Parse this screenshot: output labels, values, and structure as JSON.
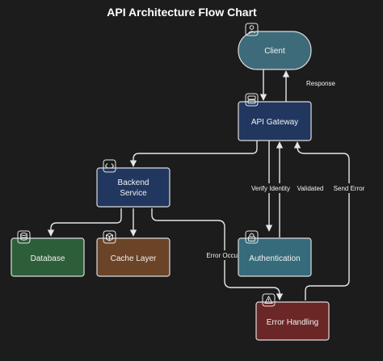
{
  "title": "API Architecture Flow Chart",
  "nodes": {
    "client": {
      "label": "Client",
      "color": "#3e6b7a"
    },
    "gateway": {
      "label": "API Gateway",
      "color": "#21375f"
    },
    "backend": {
      "label_line1": "Backend",
      "label_line2": "Service",
      "color": "#21375f"
    },
    "database": {
      "label": "Database",
      "color": "#2c5e3a"
    },
    "cache": {
      "label": "Cache Layer",
      "color": "#6b4327"
    },
    "auth": {
      "label": "Authentication",
      "color": "#356b7a"
    },
    "error": {
      "label": "Error Handling",
      "color": "#6b2626"
    }
  },
  "edges": {
    "response": "Response",
    "verify_identity": "Verify Identity",
    "validated": "Validated",
    "send_error": "Send Error",
    "error_occurs": "Error Occurs"
  },
  "icons": {
    "client": "user-icon",
    "gateway": "server-icon",
    "backend": "code-icon",
    "database": "database-icon",
    "cache": "cube-icon",
    "auth": "lock-icon",
    "error": "warning-icon"
  }
}
